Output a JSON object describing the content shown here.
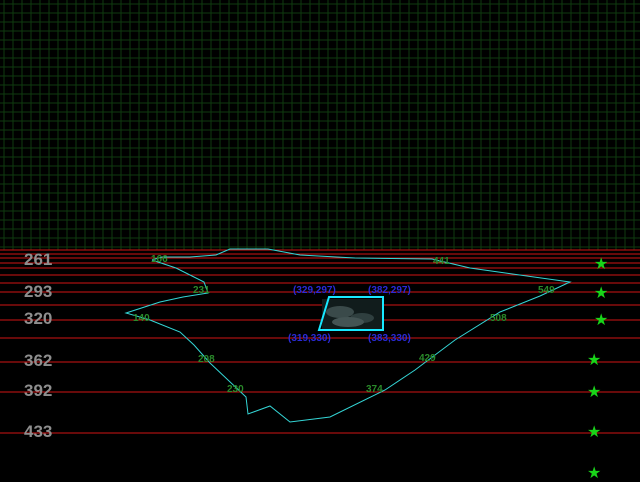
{
  "row_labels": [
    "261",
    "293",
    "320",
    "362",
    "392",
    "433"
  ],
  "green_labels": [
    "166",
    "441",
    "231",
    "549",
    "140",
    "508",
    "208",
    "429",
    "230",
    "374"
  ],
  "blue_labels": [
    "(329,297)",
    "(382,297)",
    "(319,330)",
    "(383,330)"
  ],
  "star_count": 7,
  "colors": {
    "background": "#000000",
    "grid": "#0f3a0f",
    "red_line": "#d01414",
    "outline": "#34d6d6",
    "selection_box": "#18e8ff",
    "row_label": "#8e8e8e",
    "green_label": "#2a8a2a",
    "blue_label": "#2a2ad8",
    "star": "#19d419"
  },
  "icons": {
    "marker": "star-icon"
  }
}
